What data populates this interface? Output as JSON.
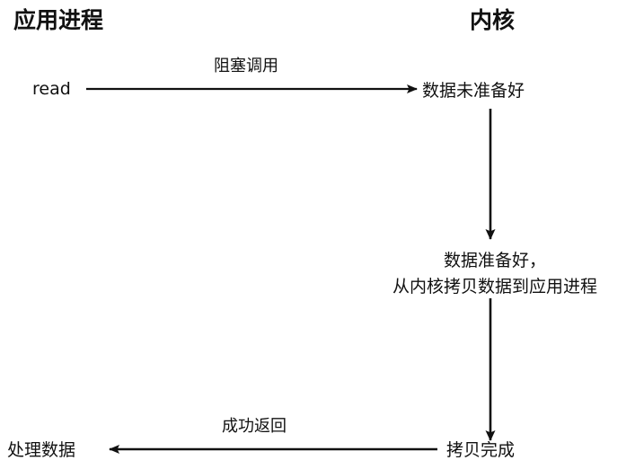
{
  "diagram": {
    "title_left": "应用进程",
    "title_right": "内核",
    "columns": [
      {
        "name": "application-process",
        "label": "应用进程"
      },
      {
        "name": "kernel",
        "label": "内核"
      }
    ],
    "nodes": {
      "read_call": "read",
      "data_not_ready": "数据未准备好",
      "data_ready_line1": "数据准备好，",
      "data_ready_line2": "从内核拷贝数据到应用进程",
      "copy_done": "拷贝完成",
      "process_data": "处理数据"
    },
    "edges": {
      "blocking_call": "阻塞调用",
      "success_return": "成功返回"
    },
    "colors": {
      "background": "#ffffff",
      "stroke": "#111111",
      "text": "#111111"
    }
  }
}
